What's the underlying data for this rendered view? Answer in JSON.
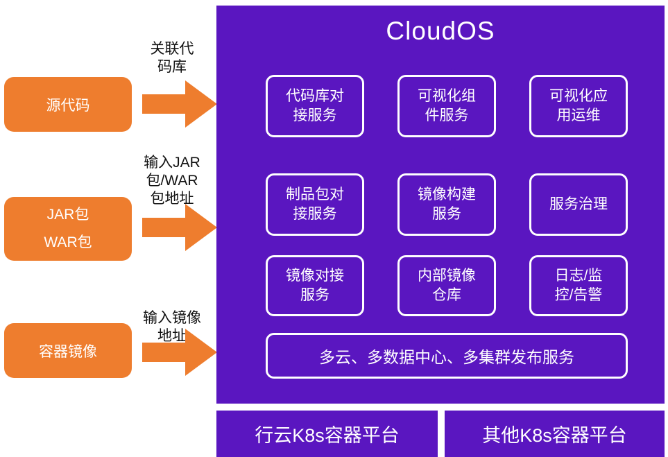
{
  "diagram": {
    "title": "CloudOS",
    "inputs": [
      {
        "label": "源代码",
        "arrow_label": "关联代\n码库"
      },
      {
        "label": "JAR包\nWAR包",
        "arrow_label": "输入JAR\n包/WAR\n包地址"
      },
      {
        "label": "容器镜像",
        "arrow_label": "输入镜像\n地址"
      }
    ],
    "services": [
      [
        "代码库对\n接服务",
        "可视化组\n件服务",
        "可视化应\n用运维"
      ],
      [
        "制品包对\n接服务",
        "镜像构建\n服务",
        "服务治理"
      ],
      [
        "镜像对接\n服务",
        "内部镜像\n仓库",
        "日志/监\n控/告警"
      ]
    ],
    "wide_service": "多云、多数据中心、多集群发布服务",
    "platforms": [
      "行云K8s容器平台",
      "其他K8s容器平台"
    ],
    "colors": {
      "orange": "#ee7d2e",
      "purple": "#5a16c0",
      "text_on_fill": "#ffffff",
      "caption_text": "#111111"
    }
  }
}
